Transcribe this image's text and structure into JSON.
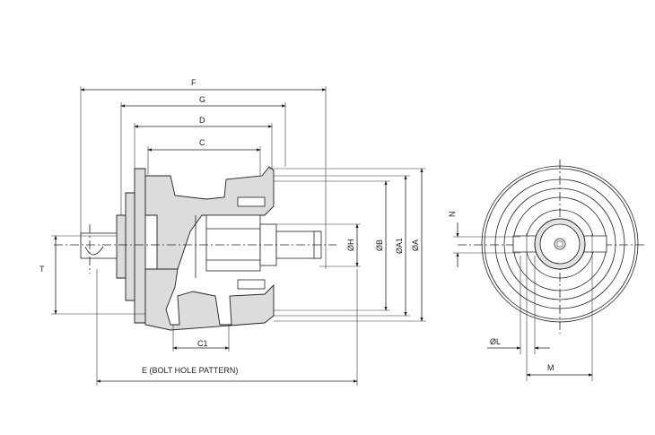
{
  "drawing": {
    "dimensions": {
      "F": "F",
      "G": "G",
      "D": "D",
      "C": "C",
      "T": "T",
      "C1": "C1",
      "E": "E (BOLT HOLE PATTERN)",
      "H": "ØH",
      "B": "ØB",
      "A1": "ØA1",
      "A": "ØA",
      "N": "N",
      "L": "ØL",
      "M": "M"
    }
  }
}
